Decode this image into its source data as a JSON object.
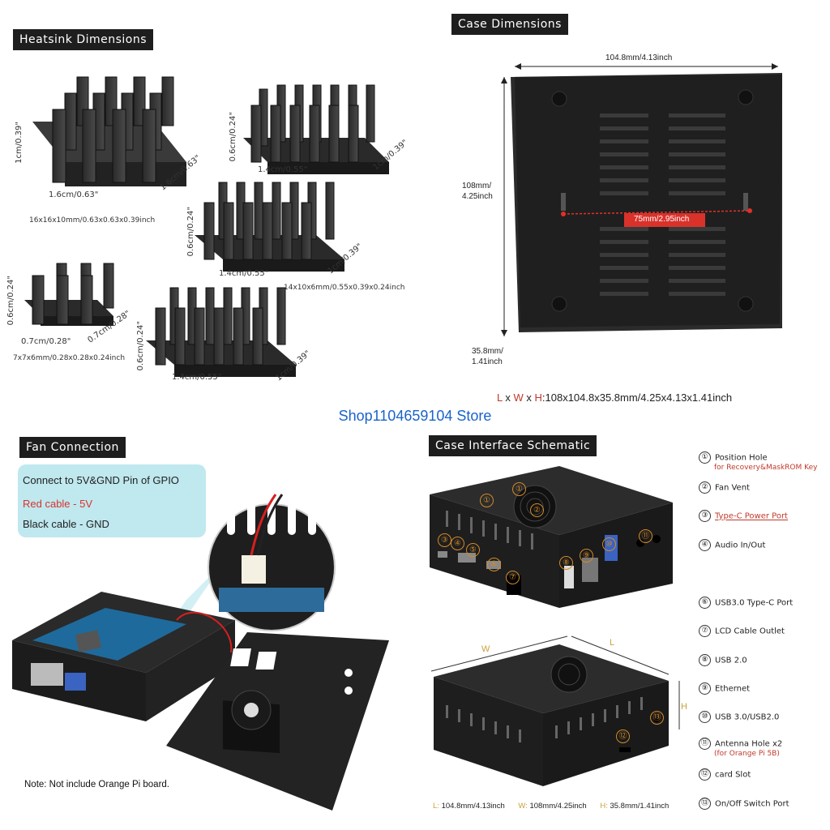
{
  "heatsink": {
    "title": "Heatsink Dimensions",
    "hs1": {
      "h": "1cm/0.39\"",
      "w": "1.6cm/0.63\"",
      "d": "1.6cm/0.63\"",
      "spec": "16x16x10mm/0.63x0.63x0.39inch"
    },
    "hs2": {
      "h": "0.6cm/0.24\"",
      "w": "1.4cm/0.55\"",
      "d": "1cm/0.39\""
    },
    "hs3": {
      "h": "0.6cm/0.24\"",
      "w": "1.4cm/0.55\"",
      "d": "1cm/0.39\"",
      "spec": "14x10x6mm/0.55x0.39x0.24inch"
    },
    "hs4": {
      "h": "0.6cm/0.24\"",
      "w": "0.7cm/0.28\"",
      "d": "0.7cm/0.28\"",
      "spec": "7x7x6mm/0.28x0.28x0.24inch"
    },
    "hs5": {
      "h": "0.6cm/0.24\"",
      "w": "1.4cm/0.55\"",
      "d": "1cm/0.39\""
    }
  },
  "case_dims": {
    "title": "Case Dimensions",
    "width": "104.8mm/4.13inch",
    "height_line1": "108mm/",
    "height_line2": "4.25inch",
    "depth_line1": "35.8mm/",
    "depth_line2": "1.41inch",
    "hole": "75mm/2.95inch",
    "formula_l": "L",
    "formula_x1": " x ",
    "formula_w": "W",
    "formula_x2": " x ",
    "formula_h": "H",
    "formula_rest": ":108x104.8x35.8mm/4.25x4.13x1.41inch"
  },
  "store": "Shop1104659104 Store",
  "fan": {
    "title": "Fan Connection",
    "line1": "Connect to 5V&GND Pin of GPIO",
    "line2": "Red cable - 5V",
    "line3": "Black cable - GND",
    "note": "Note: Not include Orange Pi board."
  },
  "schematic": {
    "title": "Case Interface Schematic",
    "dim_w_letter": "W",
    "dim_l_letter": "L",
    "dim_h_letter": "H",
    "bottom_l_key": "L:",
    "bottom_l": " 104.8mm/4.13inch",
    "bottom_w_key": "W:",
    "bottom_w": " 108mm/4.25inch",
    "bottom_h_key": "H:",
    "bottom_h": " 35.8mm/1.41inch",
    "markers": [
      "①",
      "②",
      "③",
      "④",
      "⑤",
      "⑥",
      "⑦",
      "⑧",
      "⑨",
      "⑩",
      "⑪",
      "⑫",
      "⑬"
    ],
    "legend": [
      {
        "num": "①",
        "label": "Position Hole",
        "sub": "for Recovery&MaskROM Key"
      },
      {
        "num": "②",
        "label": "Fan Vent"
      },
      {
        "num": "③",
        "label": "Type-C Power Port"
      },
      {
        "num": "④",
        "label": "Audio In/Out"
      },
      {
        "num": "⑥",
        "label": "USB3.0 Type-C Port"
      },
      {
        "num": "⑦",
        "label": "LCD Cable Outlet"
      },
      {
        "num": "⑧",
        "label": "USB 2.0"
      },
      {
        "num": "⑨",
        "label": "Ethernet"
      },
      {
        "num": "⑩",
        "label": "USB 3.0/USB2.0"
      },
      {
        "num": "⑪",
        "label": "Antenna Hole x2",
        "sub": "(for Orange Pi 5B)"
      },
      {
        "num": "⑫",
        "label": "card Slot"
      },
      {
        "num": "⑬",
        "label": "On/Off Switch Port"
      }
    ]
  }
}
